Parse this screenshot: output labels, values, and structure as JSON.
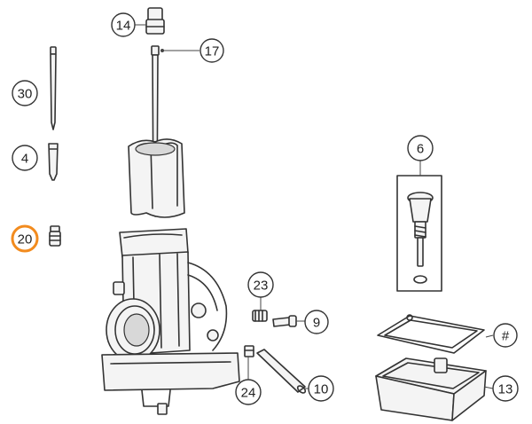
{
  "callouts": {
    "c14": "14",
    "c17": "17",
    "c30": "30",
    "c4": "4",
    "c20": "20",
    "c6": "6",
    "c23": "23",
    "c9": "9",
    "c24": "24",
    "c10": "10",
    "c13": "13",
    "chash": "#"
  },
  "colors": {
    "highlight": "#f28b1e",
    "line": "#333333"
  }
}
